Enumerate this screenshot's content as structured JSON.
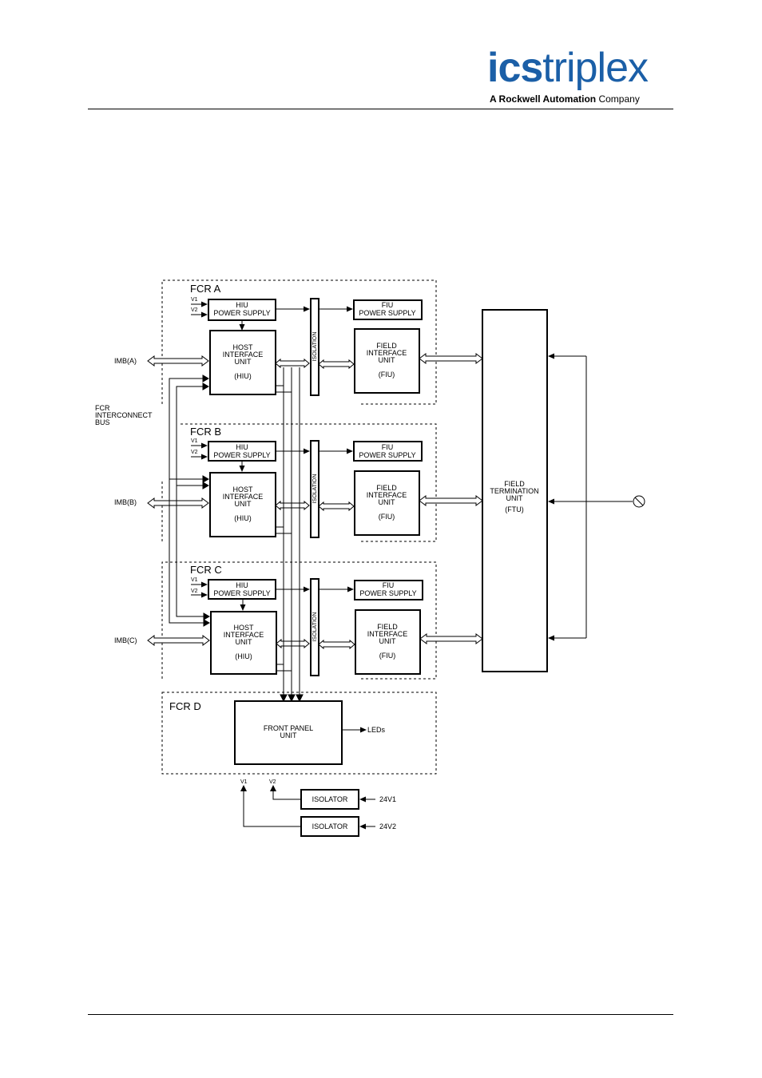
{
  "header": {
    "logo_bold": "ics",
    "logo_light": "triplex",
    "tagline_bold": "A Rockwell Automation",
    "tagline_rest": " Company"
  },
  "diagram": {
    "fcr_a": "FCR A",
    "fcr_b": "FCR B",
    "fcr_c": "FCR C",
    "fcr_d": "FCR D",
    "v1": "V1",
    "v2": "V2",
    "hiu_ps_1": "HIU",
    "hiu_ps_2": "POWER SUPPLY",
    "fiu_ps_1": "FIU",
    "fiu_ps_2": "POWER SUPPLY",
    "hiu_1": "HOST",
    "hiu_2": "INTERFACE",
    "hiu_3": "UNIT",
    "hiu_4": "(HIU)",
    "fiu_1": "FIELD",
    "fiu_2": "INTERFACE",
    "fiu_3": "UNIT",
    "fiu_4": "(FIU)",
    "isolation": "ISOLATION",
    "imb_a": "IMB(A)",
    "imb_b": "IMB(B)",
    "imb_c": "IMB(C)",
    "bus_1": "FCR",
    "bus_2": "INTERCONNECT",
    "bus_3": "BUS",
    "ftu_1": "FIELD",
    "ftu_2": "TERMINATION",
    "ftu_3": "UNIT",
    "ftu_4": "(FTU)",
    "fpu_1": "FRONT PANEL",
    "fpu_2": "UNIT",
    "leds": "LEDs",
    "isolator": "ISOLATOR",
    "in_24v1": "24V1",
    "in_24v2": "24V2"
  }
}
